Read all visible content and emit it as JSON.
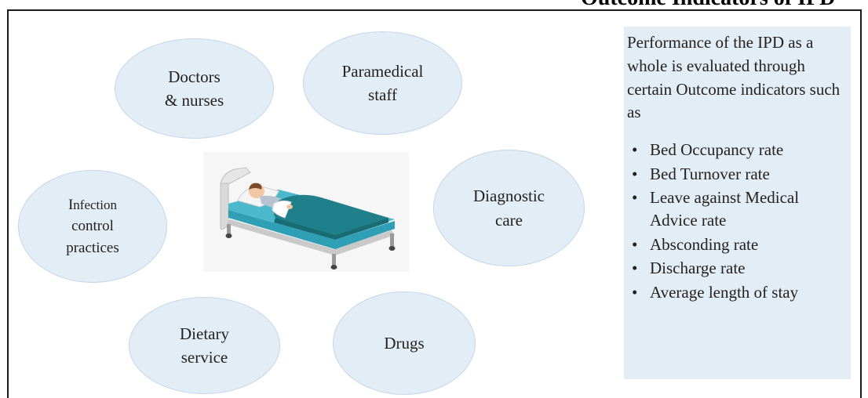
{
  "header": {
    "cut_title": "Outcome Indicators of IPD"
  },
  "nodes": {
    "doctors": "Doctors\n& nurses",
    "paramedical": "Paramedical\nstaff",
    "infection_first": "I",
    "infection_rest": "nfection",
    "infection_tail": "control\npractices",
    "diagnostic": "Diagnostic\ncare",
    "dietary": "Dietary\nservice",
    "drugs": "Drugs"
  },
  "panel": {
    "intro": "Performance of the IPD as a whole is evaluated through certain Outcome indicators such as",
    "bullet_glyph": "•",
    "indicators": [
      "Bed Occupancy rate",
      "Bed Turnover rate",
      "Leave against Medical Advice rate",
      "Absconding rate",
      "Discharge rate",
      "Average length of stay"
    ]
  },
  "colors": {
    "ellipse_fill": "#e3edf6",
    "panel_fill": "#e3edf6",
    "blanket": "#1f7f8a",
    "mattress": "#4bb8cc"
  },
  "icons": {
    "bed": "hospital-bed-patient-icon"
  }
}
